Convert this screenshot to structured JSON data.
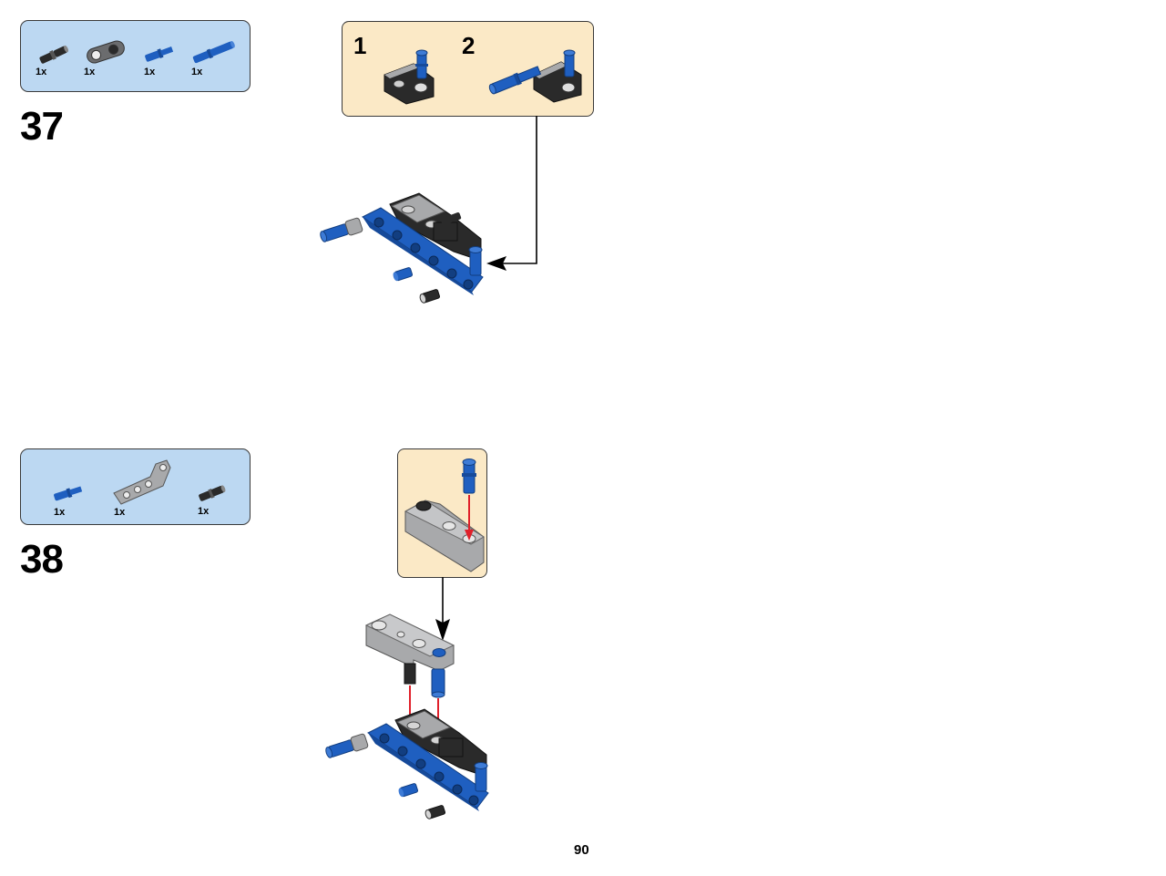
{
  "page": {
    "number": "90"
  },
  "steps": [
    {
      "number": "37",
      "parts": [
        {
          "qty": "1x",
          "icon": "black-friction-pin-icon"
        },
        {
          "qty": "1x",
          "icon": "dark-gray-cross-block-icon"
        },
        {
          "qty": "1x",
          "icon": "blue-axle-pin-icon"
        },
        {
          "qty": "1x",
          "icon": "blue-long-pin-icon"
        }
      ],
      "callout": {
        "substeps": [
          "1",
          "2"
        ]
      }
    },
    {
      "number": "38",
      "parts": [
        {
          "qty": "1x",
          "icon": "blue-axle-pin-icon"
        },
        {
          "qty": "1x",
          "icon": "light-gray-bent-beam-icon"
        },
        {
          "qty": "1x",
          "icon": "black-friction-pin-icon"
        }
      ]
    }
  ],
  "colors": {
    "parts_list_bg": "#bcd8f2",
    "callout_bg": "#fbe9c6",
    "brick_blue": "#1f5fc0",
    "brick_black": "#2a2a2a",
    "brick_light_gray": "#a8a9ab",
    "brick_dark_gray": "#6b6c6e",
    "arrow_red": "#e0202a"
  }
}
